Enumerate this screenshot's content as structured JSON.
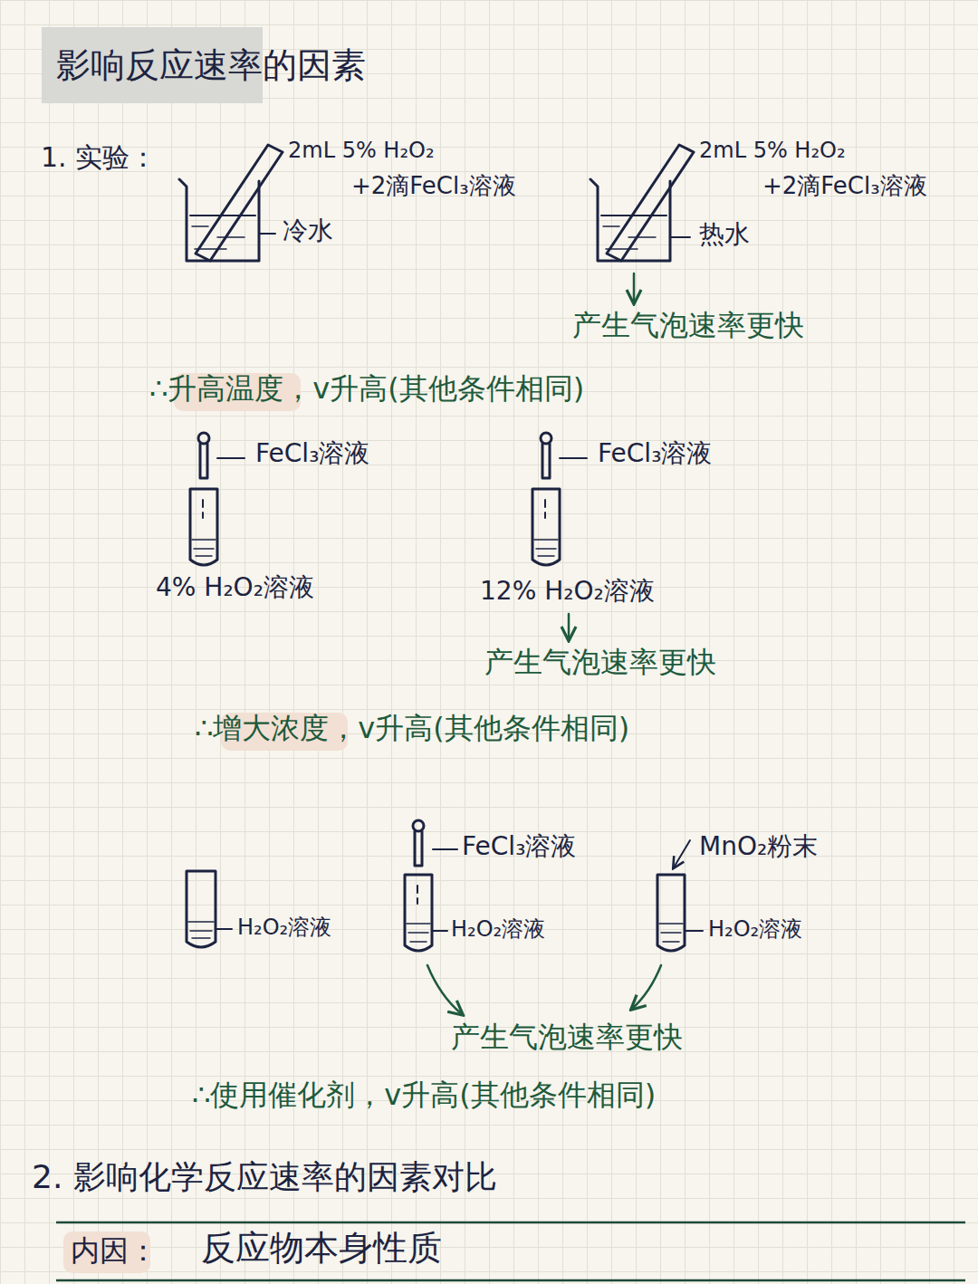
{
  "diagram": {
    "title": "影响反应速率的因素",
    "labels": [
      "1. 实验：",
      "2mL 5% H₂O₂",
      "+2滴FeCl₃溶液",
      "冷水",
      "2mL 5% H₂O₂",
      "+2滴FeCl₃溶液",
      "热水",
      "产生气泡速率更快",
      "∴升高温度，v升高(其他条件相同)",
      "FeCl₃溶液",
      "4% H₂O₂溶液",
      "FeCl₃溶液",
      "12% H₂O₂溶液",
      "产生气泡速率更快",
      "∴增大浓度，v升高(其他条件相同)",
      "H₂O₂溶液",
      "FeCl₃溶液",
      "MnO₂粉末",
      "H₂O₂溶液",
      "H₂O₂溶液",
      "产生气泡速率更快",
      "∴使用催化剂，v升高(其他条件相同)",
      "2. 影响化学反应速率的因素对比",
      "内因：",
      "反应物本身性质"
    ]
  }
}
